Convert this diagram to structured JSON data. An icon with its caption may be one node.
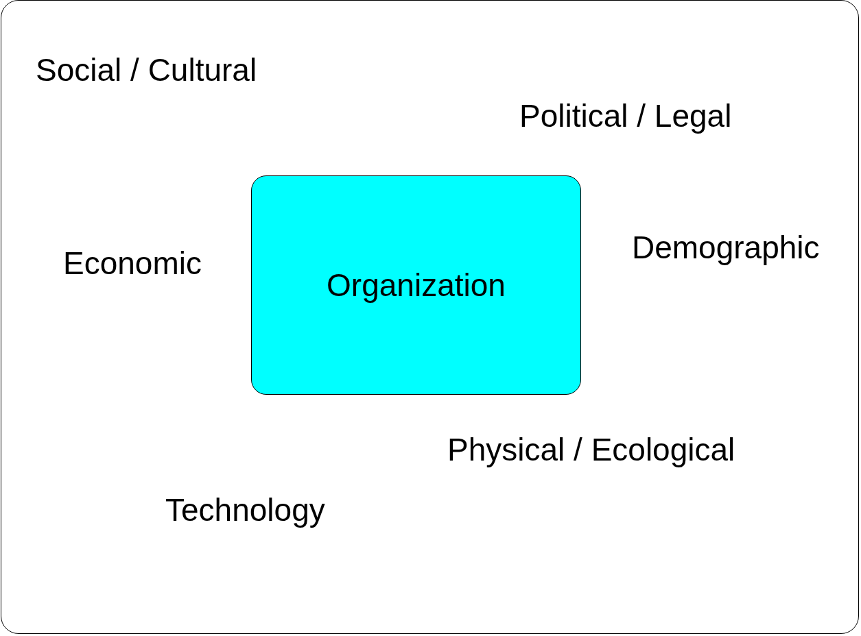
{
  "diagram": {
    "nodes": [
      {
        "text": [
          "Organization"
        ]
      }
    ],
    "labels": [
      "Social / Cultural",
      "Political / Legal",
      "Demographic",
      "Economic",
      "Physical / Ecological",
      "Technology"
    ]
  }
}
